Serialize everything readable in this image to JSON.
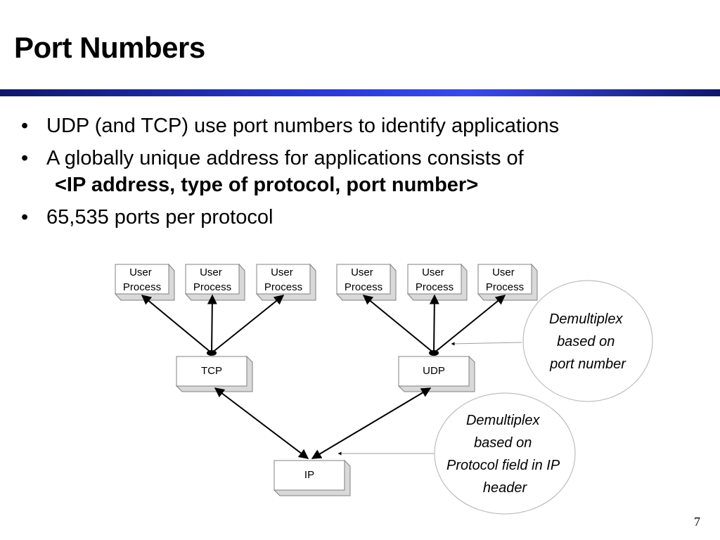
{
  "slide": {
    "title": "Port Numbers",
    "bullets": [
      {
        "text": "UDP (and TCP) use port numbers to identify applications",
        "emphasis": ""
      },
      {
        "text": "A globally unique address for applications consists of",
        "emphasis": "<IP address, type of protocol, port number>"
      },
      {
        "text": "65,535 ports per protocol",
        "emphasis": ""
      }
    ],
    "bullet_symbol": "•",
    "page_number": "7"
  },
  "diagram": {
    "boxes": {
      "user_processes": [
        "User Process",
        "User Process",
        "User Process",
        "User Process",
        "User Process",
        "User Process"
      ],
      "tcp": "TCP",
      "udp": "UDP",
      "ip": "IP"
    },
    "callouts": {
      "port": [
        "Demultiplex",
        "based on",
        "port number"
      ],
      "protocol": [
        "Demultiplex",
        "based on",
        "Protocol field in IP",
        "header"
      ]
    }
  }
}
